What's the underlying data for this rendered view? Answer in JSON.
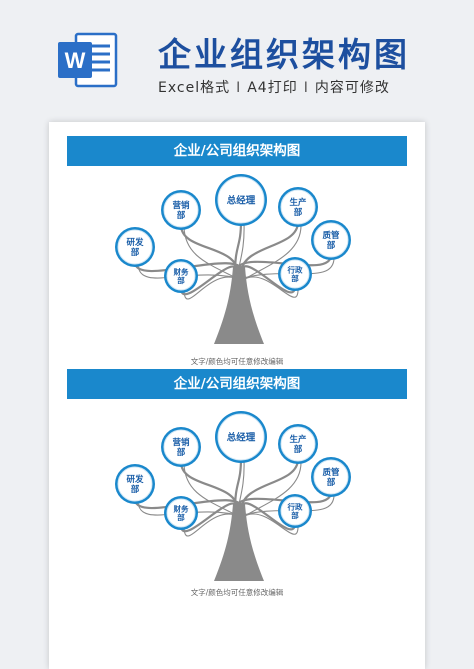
{
  "header": {
    "title": "企业组织架构图",
    "subtitle_format": "Excel格式",
    "subtitle_separator": "I",
    "subtitle_print": "A4打印",
    "subtitle_edit": "内容可修改",
    "word_icon_letter": "W"
  },
  "colors": {
    "brand_blue": "#1a88cc",
    "title_blue": "#1d4f9f",
    "trunk_gray": "#8a8a8a",
    "node_text": "#1a5ea8"
  },
  "panels": [
    {
      "banner": "企业/公司组织架构图",
      "caption": "文字/颜色均可任意修改编辑",
      "nodes": [
        {
          "id": "ceo",
          "label": "总经理"
        },
        {
          "id": "sales",
          "label": "营销\n部"
        },
        {
          "id": "production",
          "label": "生产\n部"
        },
        {
          "id": "rnd",
          "label": "研发\n部"
        },
        {
          "id": "quality",
          "label": "质管\n部"
        },
        {
          "id": "finance",
          "label": "财务\n部"
        },
        {
          "id": "admin",
          "label": "行政\n部"
        }
      ]
    },
    {
      "banner": "企业/公司组织架构图",
      "caption": "文字/颜色均可任意修改编辑",
      "nodes": [
        {
          "id": "ceo",
          "label": "总经理"
        },
        {
          "id": "sales",
          "label": "营销\n部"
        },
        {
          "id": "production",
          "label": "生产\n部"
        },
        {
          "id": "rnd",
          "label": "研发\n部"
        },
        {
          "id": "quality",
          "label": "质管\n部"
        },
        {
          "id": "finance",
          "label": "财务\n部"
        },
        {
          "id": "admin",
          "label": "行政\n部"
        }
      ]
    }
  ]
}
